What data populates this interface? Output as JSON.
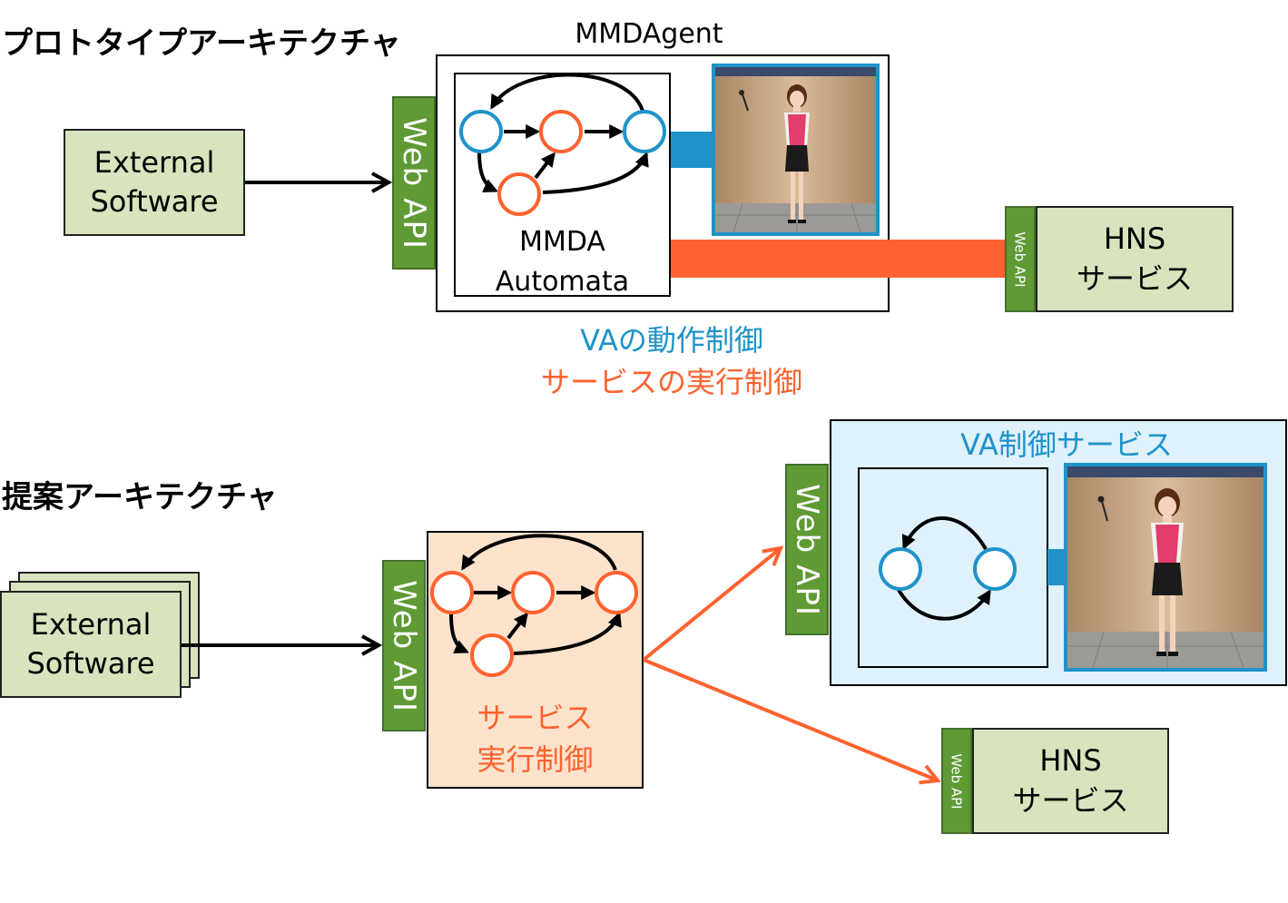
{
  "top": {
    "title": "プロトタイプアーキテクチャ",
    "mmdagent_label": "MMDAgent",
    "external_software": [
      "External",
      "Software"
    ],
    "web_api_label": "Web API",
    "automata_label": [
      "MMDA",
      "Automata"
    ],
    "hns_web_api_label": "Web API",
    "hns_service": [
      "HNS",
      "サービス"
    ],
    "legend_va": "VAの動作制御",
    "legend_service": "サービスの実行制御"
  },
  "bottom": {
    "title": "提案アーキテクチャ",
    "external_software": [
      "External",
      "Software"
    ],
    "web_api_label": "Web API",
    "service_control": [
      "サービス",
      "実行制御"
    ],
    "va_service_title": "VA制御サービス",
    "va_web_api_label": "Web API",
    "hns_web_api_label": "Web API",
    "hns_service": [
      "HNS",
      "サービス"
    ]
  },
  "colors": {
    "blue": "#1f93c9",
    "orange": "#ff6230",
    "green_fill": "#d7e4bd",
    "webapi_green": "#5f9a35",
    "peach": "#fde3cc",
    "light_blue": "#dff1fb"
  },
  "icons": {
    "screenshot": "virtual-agent-screenshot"
  }
}
